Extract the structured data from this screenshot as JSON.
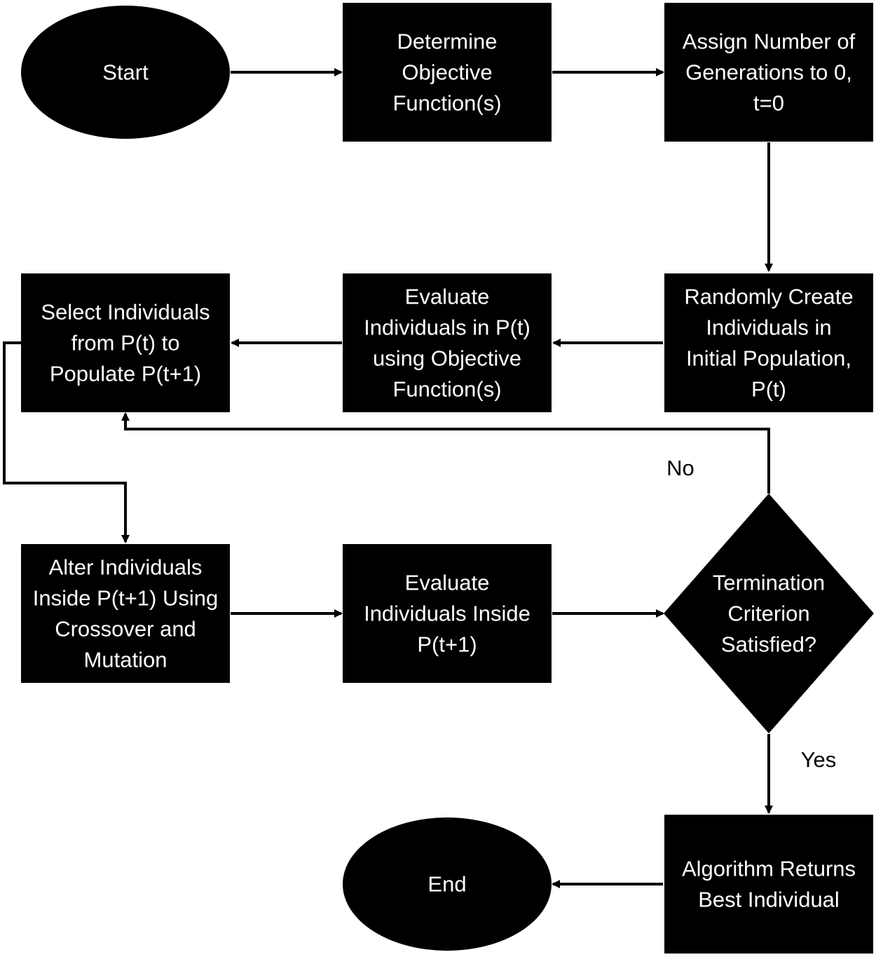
{
  "flowchart": {
    "nodes": {
      "start": {
        "shape": "terminal",
        "lines": [
          "Start"
        ]
      },
      "determine_objective": {
        "shape": "process",
        "lines": [
          "Determine",
          "Objective",
          "Function(s)"
        ]
      },
      "assign_generations": {
        "shape": "process",
        "lines": [
          "Assign Number of",
          "Generations to 0,",
          "t=0"
        ]
      },
      "randomly_create": {
        "shape": "process",
        "lines": [
          "Randomly Create",
          "Individuals in",
          "Initial Population,",
          "P(t)"
        ]
      },
      "evaluate_pt": {
        "shape": "process",
        "lines": [
          "Evaluate",
          "Individuals in P(t)",
          "using Objective",
          "Function(s)"
        ]
      },
      "select_individuals": {
        "shape": "process",
        "lines": [
          "Select Individuals",
          "from P(t) to",
          "Populate P(t+1)"
        ]
      },
      "alter_individuals": {
        "shape": "process",
        "lines": [
          "Alter Individuals",
          "Inside P(t+1) Using",
          "Crossover and",
          "Mutation"
        ]
      },
      "evaluate_pt1": {
        "shape": "process",
        "lines": [
          "Evaluate",
          "Individuals Inside",
          "P(t+1)"
        ]
      },
      "termination": {
        "shape": "decision",
        "lines": [
          "Termination",
          "Criterion",
          "Satisfied?"
        ]
      },
      "returns_best": {
        "shape": "process",
        "lines": [
          "Algorithm Returns",
          "Best Individual"
        ]
      },
      "end": {
        "shape": "terminal",
        "lines": [
          "End"
        ]
      }
    },
    "edges": [
      {
        "from": "start",
        "to": "determine_objective",
        "label": ""
      },
      {
        "from": "determine_objective",
        "to": "assign_generations",
        "label": ""
      },
      {
        "from": "assign_generations",
        "to": "randomly_create",
        "label": ""
      },
      {
        "from": "randomly_create",
        "to": "evaluate_pt",
        "label": ""
      },
      {
        "from": "evaluate_pt",
        "to": "select_individuals",
        "label": ""
      },
      {
        "from": "select_individuals",
        "to": "alter_individuals",
        "label": ""
      },
      {
        "from": "alter_individuals",
        "to": "evaluate_pt1",
        "label": ""
      },
      {
        "from": "evaluate_pt1",
        "to": "termination",
        "label": ""
      },
      {
        "from": "termination",
        "to": "select_individuals",
        "label": "No"
      },
      {
        "from": "termination",
        "to": "returns_best",
        "label": "Yes"
      },
      {
        "from": "returns_best",
        "to": "end",
        "label": ""
      }
    ],
    "colors": {
      "shape_fill": "#000000",
      "shape_text": "#ffffff",
      "edge": "#000000",
      "background": "#ffffff"
    }
  }
}
